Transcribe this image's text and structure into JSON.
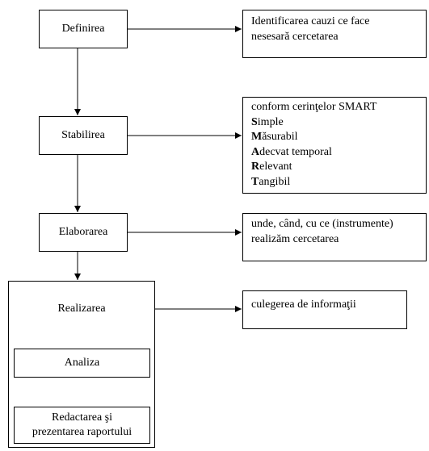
{
  "steps": {
    "definire": "Definirea",
    "stabilire": "Stabilirea",
    "elaborare": "Elaborarea",
    "realizare": "Realizarea",
    "analiza": "Analiza",
    "redactare_line1": "Redactarea şi",
    "redactare_line2": "prezentarea raportului"
  },
  "notes": {
    "definire_line1": "Identificarea cauzi ce face",
    "definire_line2": "nesesară cercetarea",
    "smart_intro": "conform cerinţelor SMART",
    "smart_items": [
      {
        "letter": "S",
        "rest": "imple"
      },
      {
        "letter": "M",
        "rest": "ăsurabil"
      },
      {
        "letter": "A",
        "rest": "decvat temporal"
      },
      {
        "letter": "R",
        "rest": "elevant"
      },
      {
        "letter": "T",
        "rest": "angibil"
      }
    ],
    "elaborare_line1": "unde, când, cu ce (instrumente)",
    "elaborare_line2": "realizăm cercetarea",
    "realizare_line1": "culegerea de informaţii"
  }
}
